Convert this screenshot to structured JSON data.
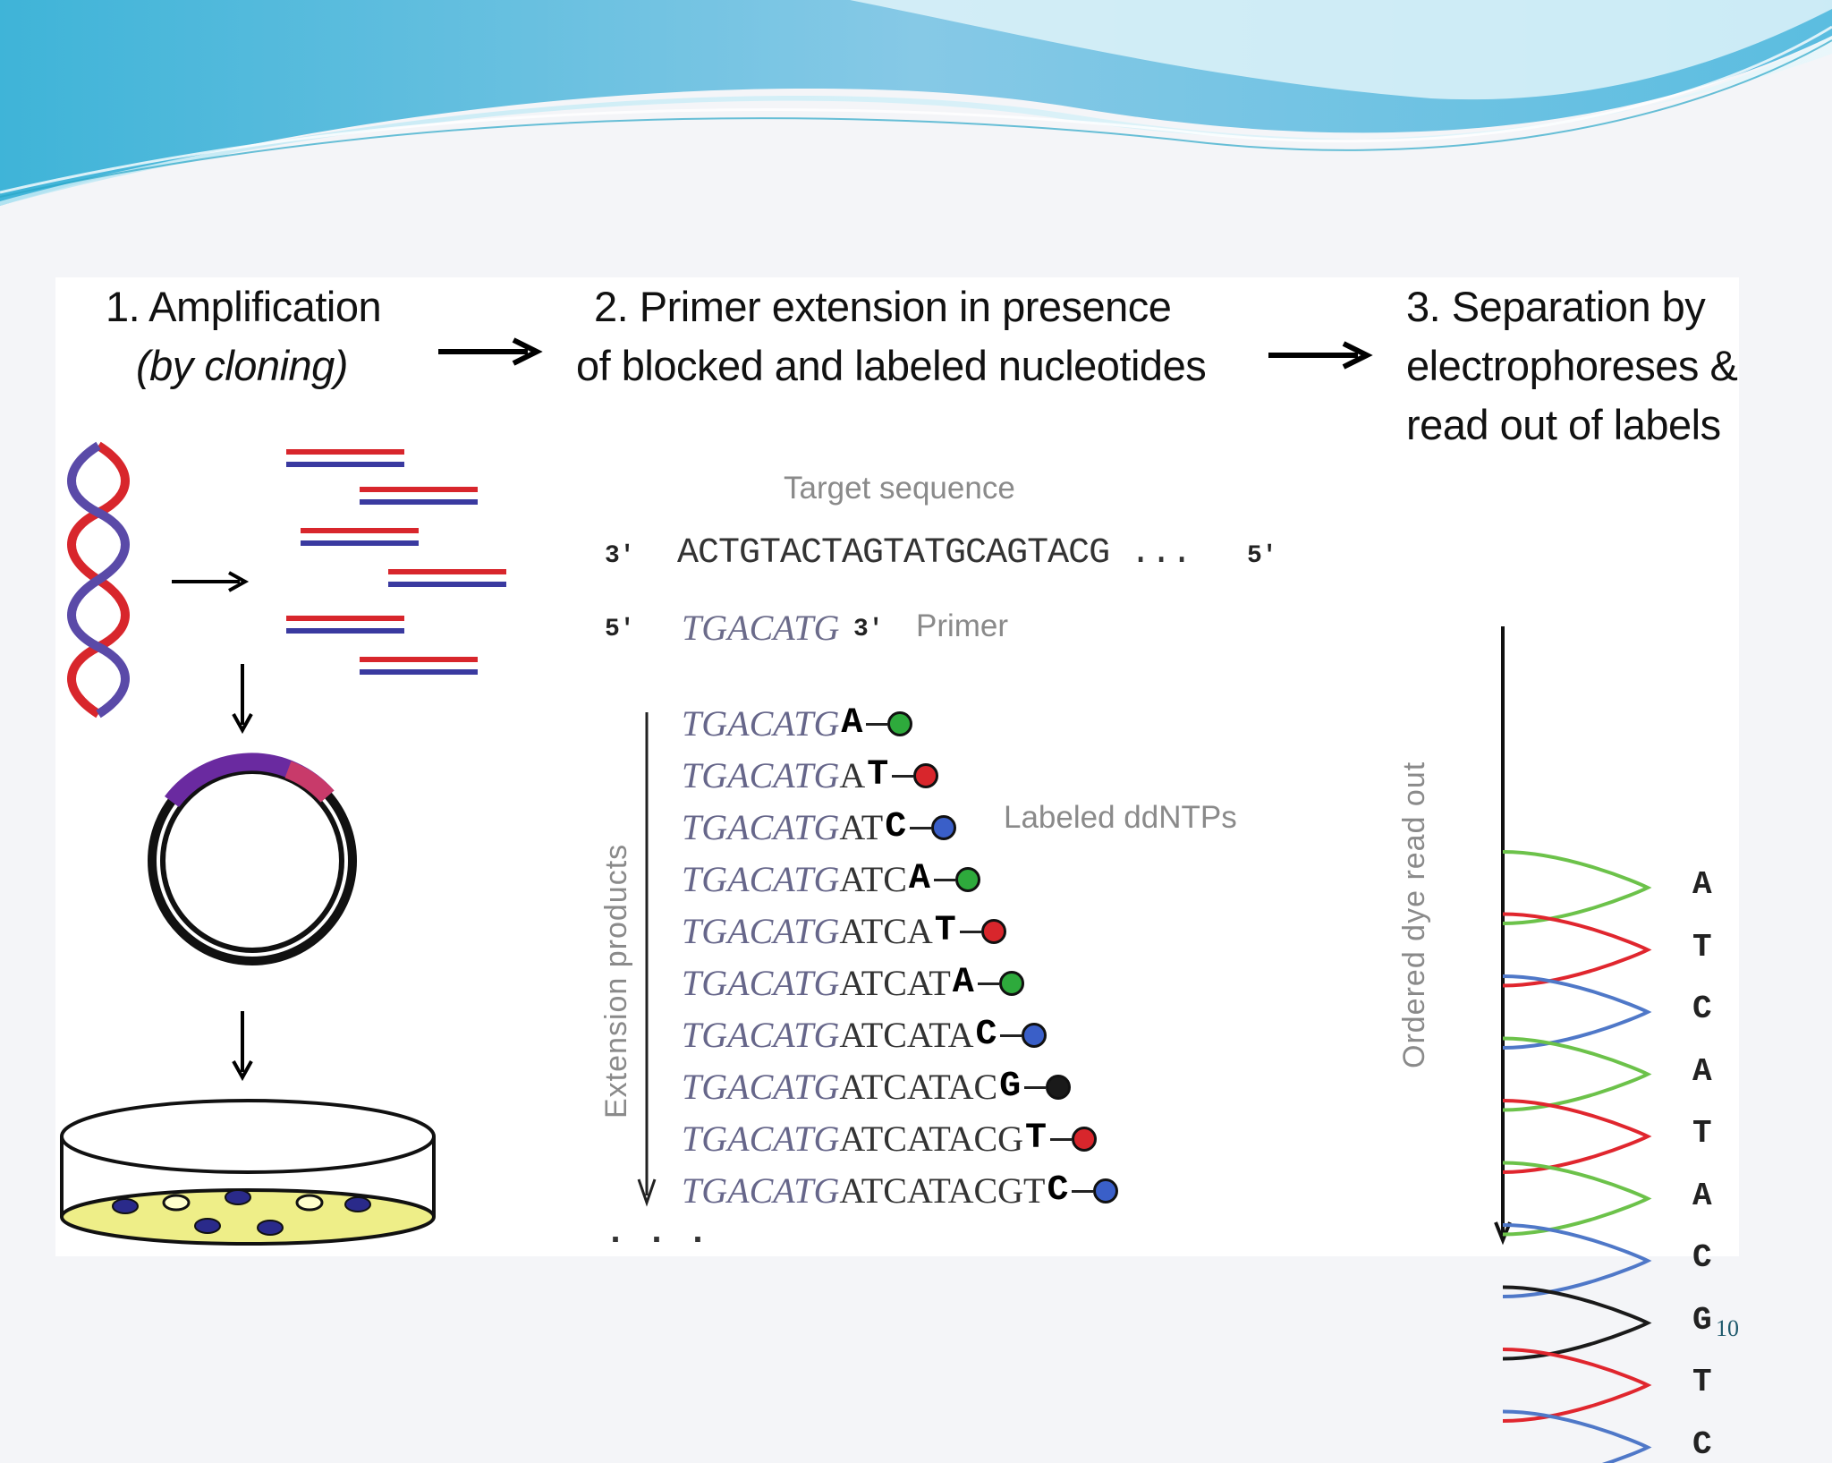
{
  "headings": {
    "step1_line1": "1. Amplification",
    "step1_line2": "(by cloning)",
    "step2_line1": "2. Primer extension in presence",
    "step2_line2": "of blocked and labeled nucleotides",
    "step3_line1": "3. Separation by",
    "step3_line2": "electrophoreses &",
    "step3_line3": "read out of labels"
  },
  "target": {
    "label": "Target sequence",
    "prime_left": "3'",
    "sequence": "ACTGTACTAGTATGCAGTACG ...",
    "prime_right": "5'"
  },
  "primer": {
    "prime_left": "5'",
    "sequence": "TGACATG",
    "prime_right": "3'",
    "label": "Primer"
  },
  "extension": {
    "axis_label": "Extension products",
    "ddntp_label": "Labeled ddNTPs",
    "ellipsis": ". . .",
    "products": [
      {
        "primer": "TGACATG",
        "extended": "",
        "terminal": "A",
        "dye": "#2eaa3c"
      },
      {
        "primer": "TGACATG",
        "extended": "A",
        "terminal": "T",
        "dye": "#d8262c"
      },
      {
        "primer": "TGACATG",
        "extended": "AT",
        "terminal": "C",
        "dye": "#3a5fc8"
      },
      {
        "primer": "TGACATG",
        "extended": "ATC",
        "terminal": "A",
        "dye": "#2eaa3c"
      },
      {
        "primer": "TGACATG",
        "extended": "ATCA",
        "terminal": "T",
        "dye": "#d8262c"
      },
      {
        "primer": "TGACATG",
        "extended": "ATCAT",
        "terminal": "A",
        "dye": "#2eaa3c"
      },
      {
        "primer": "TGACATG",
        "extended": "ATCATA",
        "terminal": "C",
        "dye": "#3a5fc8"
      },
      {
        "primer": "TGACATG",
        "extended": "ATCATAC",
        "terminal": "G",
        "dye": "#1a1a1a"
      },
      {
        "primer": "TGACATG",
        "extended": "ATCATACG",
        "terminal": "T",
        "dye": "#d8262c"
      },
      {
        "primer": "TGACATG",
        "extended": "ATCATACGT",
        "terminal": "C",
        "dye": "#3a5fc8"
      }
    ]
  },
  "readout": {
    "axis_label": "Ordered dye read out",
    "bases": [
      "A",
      "T",
      "C",
      "A",
      "T",
      "A",
      "C",
      "G",
      "T",
      "C"
    ],
    "colors": {
      "A": "#6cc24a",
      "T": "#e0262e",
      "C": "#4f78c8",
      "G": "#1a1a1a"
    }
  },
  "colors": {
    "strand_red": "#d8262c",
    "strand_blue": "#3a3aa0",
    "agar": "#eeee88",
    "colony": "#2a2a8a"
  },
  "page_number": "10"
}
